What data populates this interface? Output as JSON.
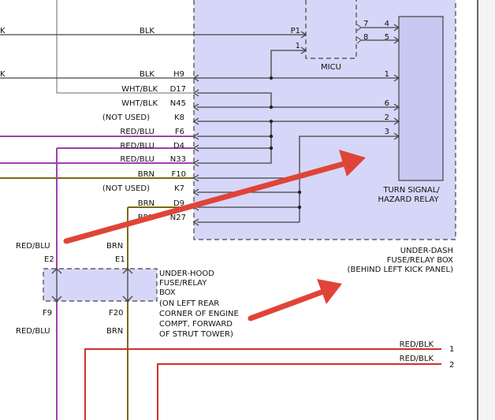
{
  "under_dash_box": {
    "label_lines": [
      "UNDER-DASH",
      "FUSE/RELAY BOX",
      "(BEHIND LEFT KICK PANEL)"
    ]
  },
  "micu": {
    "label": "MICU",
    "pins": [
      "P1",
      "1",
      "7",
      "8"
    ]
  },
  "relay": {
    "label_lines": [
      "TURN SIGNAL/",
      "HAZARD RELAY"
    ],
    "pins": [
      "4",
      "5",
      "1",
      "6",
      "2",
      "3"
    ]
  },
  "left_rows": [
    {
      "wire": "BLK",
      "pin": "H9"
    },
    {
      "wire": "WHT/BLK",
      "pin": "D17"
    },
    {
      "wire": "WHT/BLK",
      "pin": "N45"
    },
    {
      "wire": "(NOT USED)",
      "pin": "K8"
    },
    {
      "wire": "RED/BLU",
      "pin": "F6"
    },
    {
      "wire": "RED/BLU",
      "pin": "D4"
    },
    {
      "wire": "RED/BLU",
      "pin": "N33"
    },
    {
      "wire": "BRN",
      "pin": "F10"
    },
    {
      "wire": "(NOT USED)",
      "pin": "K7"
    },
    {
      "wire": "BRN",
      "pin": "D9"
    },
    {
      "wire": "BRN",
      "pin": "N27"
    }
  ],
  "top_row": {
    "wire": "BLK",
    "left_fragment": "K"
  },
  "h9_left_fragment": "K",
  "under_hood_box": {
    "label_lines": [
      "UNDER-HOOD",
      "FUSE/RELAY",
      "BOX",
      "(ON LEFT REAR",
      "CORNER OF ENGINE",
      "COMPT, FORWARD",
      "OF STRUT TOWER)"
    ],
    "top_pins": [
      "E2",
      "E1"
    ],
    "bottom_pins": [
      "F9",
      "F20"
    ],
    "top_wires": [
      "RED/BLU",
      "BRN"
    ],
    "bottom_wires": [
      "RED/BLU",
      "BRN"
    ]
  },
  "bottom_wires": [
    {
      "wire": "RED/BLK",
      "num": "1"
    },
    {
      "wire": "RED/BLK",
      "num": "2"
    }
  ],
  "colors": {
    "box_fill": "#d6d6f8",
    "arrow": "#e04438",
    "red_blu": "#a040b0",
    "brn": "#7a6a10",
    "red_blk": "#d03030"
  }
}
